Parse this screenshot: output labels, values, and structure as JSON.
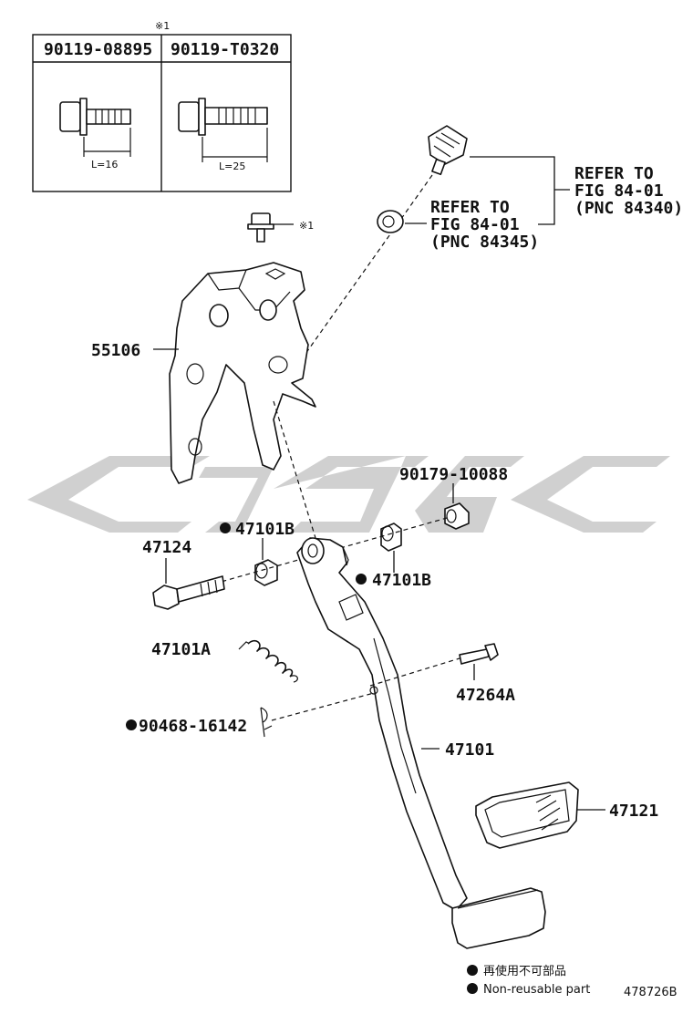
{
  "header": {
    "note_mark": "※1",
    "bolt_table": [
      {
        "part_no": "90119-08895",
        "length_label": "L=16"
      },
      {
        "part_no": "90119-T0320",
        "length_label": "L=25"
      }
    ]
  },
  "references": [
    {
      "line1": "REFER TO",
      "line2": "FIG 84-01",
      "line3": "(PNC 84340)"
    },
    {
      "line1": "REFER TO",
      "line2": "FIG 84-01",
      "line3": "(PNC 84345)"
    }
  ],
  "bolt_mark": "※1",
  "labels": {
    "bracket": "55106",
    "nut": "90179-10088",
    "bushing_left": "47101B",
    "bushing_right": "47101B",
    "bolt": "47124",
    "spring": "47101A",
    "stopper": "47264A",
    "clip": "90468-16142",
    "pedal_arm": "47101",
    "pad": "47121"
  },
  "watermark": "",
  "legend": {
    "japanese": "再使用不可部品",
    "english": "Non-reusable part"
  },
  "diagram_number": "478726B"
}
